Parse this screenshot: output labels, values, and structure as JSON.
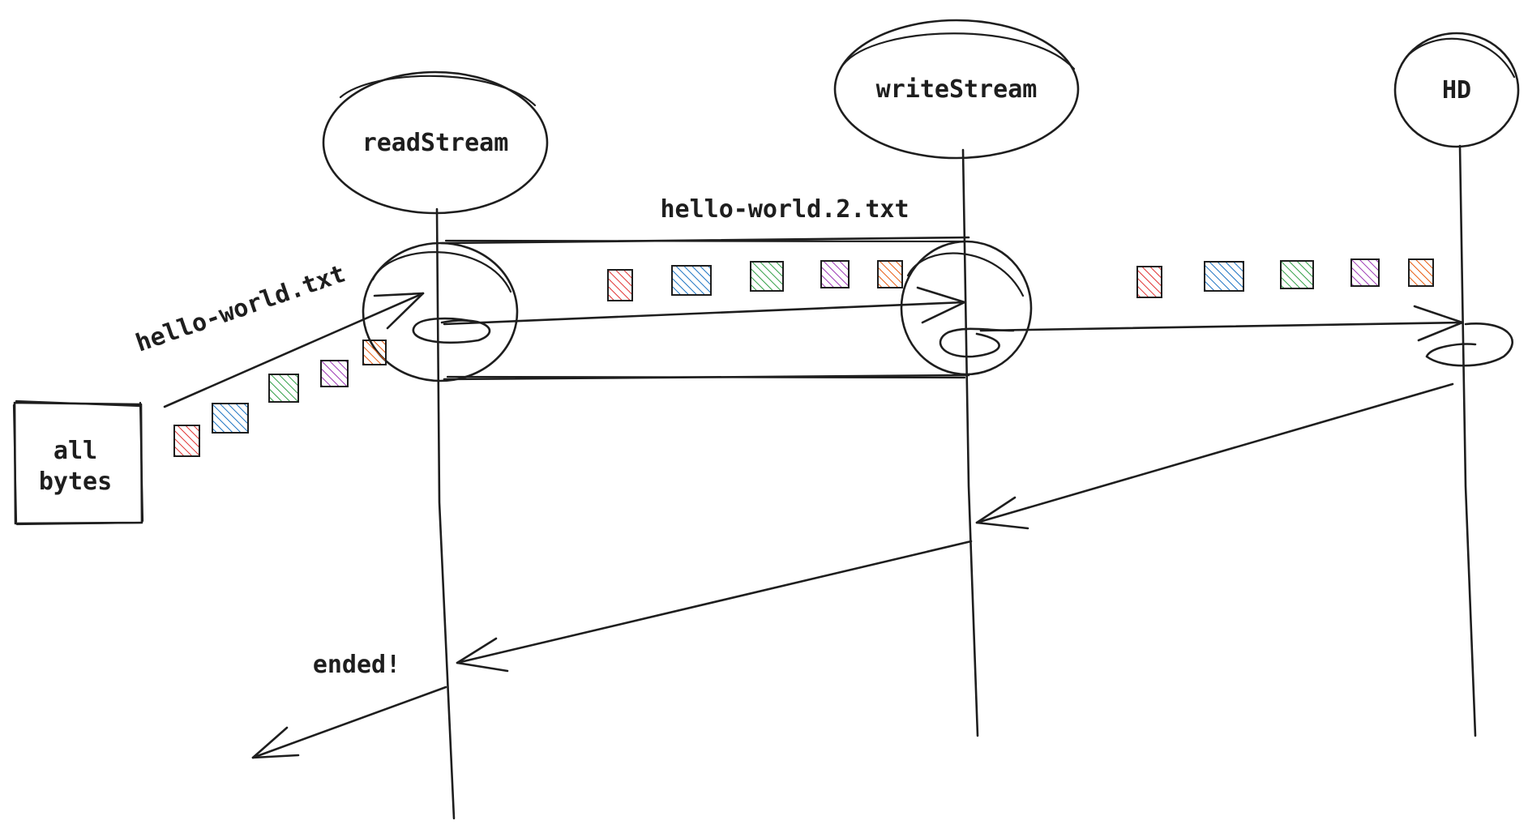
{
  "nodes": {
    "read_stream": "readStream",
    "write_stream": "writeStream",
    "hd": "HD"
  },
  "source_box": {
    "line1": "all",
    "line2": "bytes"
  },
  "labels": {
    "input_file": "hello-world.txt",
    "output_file": "hello-world.2.txt",
    "ended": "ended!"
  },
  "chunk_colors": [
    "#e03131",
    "#1971c2",
    "#2f9e44",
    "#9c36b5",
    "#e8590c"
  ]
}
